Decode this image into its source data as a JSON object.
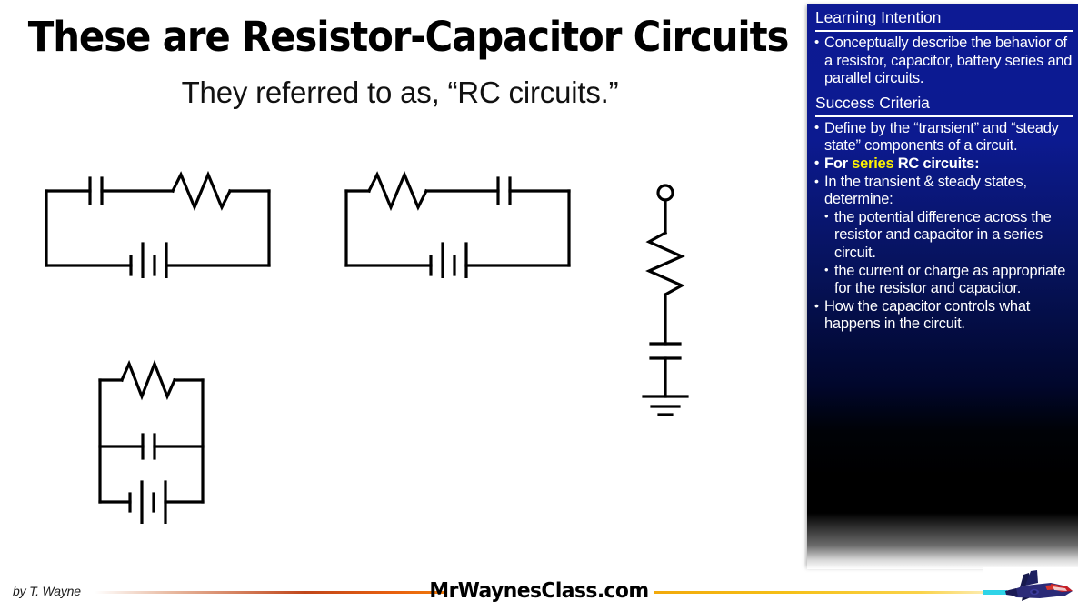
{
  "slide": {
    "title": "These are Resistor-Capacitor Circuits",
    "subtitle": "They referred to as, “RC circuits.”",
    "background_color": "#ffffff"
  },
  "objectives_panel": {
    "accent_top_color": "#0d1a94",
    "accent_bottom_color": "#000000",
    "highlight_color": "#fff200",
    "text_color": "#ffffff",
    "learning_intention": {
      "heading": "Learning Intention",
      "items": [
        "Conceptually describe the behavior of a resistor, capacitor, battery series and parallel circuits."
      ]
    },
    "success_criteria": {
      "heading": "Success Criteria",
      "item_1": "Define by the “transient” and “steady state” components of a circuit.",
      "item_2_prefix": "For ",
      "item_2_highlight": "series",
      "item_2_suffix": " RC circuits:",
      "item_2_sub_1": "In the transient & steady states, determine:",
      "item_2_sub_1_a": "the potential difference across the resistor and capacitor in a series circuit.",
      "item_2_sub_1_b": "the current or charge as appropriate for the resistor and capacitor.",
      "item_2_sub_2": "How the capacitor controls what happens in the circuit."
    }
  },
  "circuits": [
    {
      "name": "series-capacitor-resistor",
      "layout": "series-rectangle",
      "components": [
        "capacitor",
        "resistor",
        "battery"
      ],
      "description": "Series loop: capacitor top-left, resistor top-right, 2-cell battery on bottom."
    },
    {
      "name": "series-resistor-capacitor",
      "layout": "series-rectangle",
      "components": [
        "resistor",
        "capacitor",
        "battery"
      ],
      "description": "Series loop: resistor top-left, capacitor top-right, 2-cell battery on bottom."
    },
    {
      "name": "parallel-resistor-capacitor-battery",
      "layout": "parallel-ladder",
      "components": [
        "resistor",
        "capacitor",
        "battery"
      ],
      "description": "Parallel ladder: resistor top branch, capacitor middle branch, 2-cell battery bottom branch."
    },
    {
      "name": "grounded-rc-branch",
      "layout": "vertical",
      "components": [
        "terminal-node",
        "resistor",
        "capacitor",
        "ground"
      ],
      "description": "Vertical branch from an open terminal node through a resistor and capacitor down to earth ground."
    }
  ],
  "footer": {
    "author": "by T. Wayne",
    "site": "MrWaynesClass.com",
    "logo_name": "rocket-logo",
    "rule_left_color": "#c0461a",
    "rule_right_color": "#f2a90b"
  }
}
